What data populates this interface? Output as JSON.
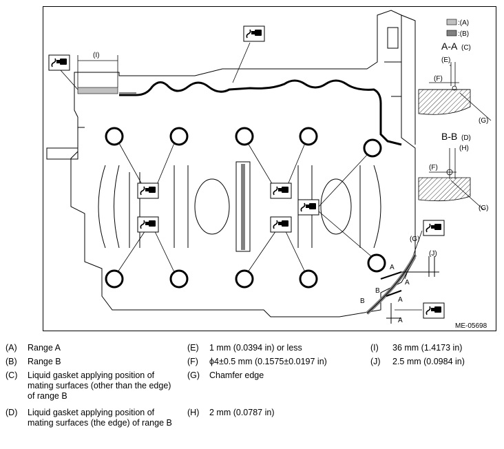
{
  "figure": {
    "code": "ME-05698",
    "letters": {
      "A": "A",
      "B": "B",
      "C": "(C)",
      "D": "(D)",
      "E": "(E)",
      "F": "(F)",
      "G": "(G)",
      "H": "(H)",
      "I": "(I)",
      "J": "(J)",
      "boxA": ":(A)",
      "boxB": ":(B)",
      "sectionAA": "A-A",
      "sectionBB": "B-B"
    },
    "colors": {
      "rangeA": "#c0c0c0",
      "rangeB": "#808080",
      "line": "#000000",
      "hatch": "#000000"
    },
    "icons": [
      "liquid-gasket-icon"
    ]
  },
  "legend": [
    {
      "key": "(A)",
      "text": "Range A"
    },
    {
      "key": "(B)",
      "text": "Range B"
    },
    {
      "key": "(C)",
      "text": "Liquid gasket applying position of mating surfaces (other than the edge) of range B"
    },
    {
      "key": "(D)",
      "text": "Liquid gasket applying position of mating surfaces (the edge) of range B"
    },
    {
      "key": "(E)",
      "text": "1 mm (0.0394 in) or less"
    },
    {
      "key": "(F)",
      "text": "ϕ4±0.5 mm (0.1575±0.0197 in)"
    },
    {
      "key": "(G)",
      "text": "Chamfer edge"
    },
    {
      "key": "(H)",
      "text": "2 mm (0.0787 in)"
    },
    {
      "key": "(I)",
      "text": "36 mm (1.4173 in)"
    },
    {
      "key": "(J)",
      "text": "2.5 mm (0.0984 in)"
    }
  ]
}
